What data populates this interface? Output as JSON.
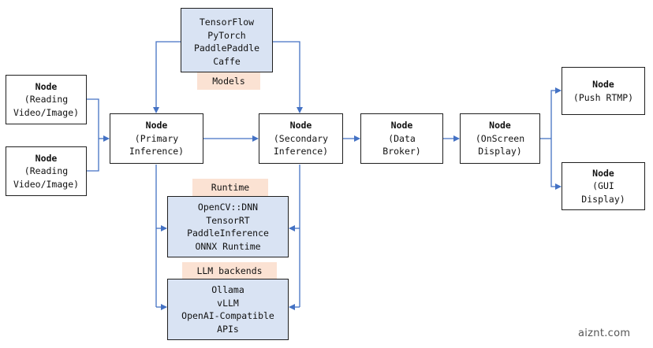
{
  "colors": {
    "arrow": "#4472c4",
    "box_fill_blue": "#d9e3f3",
    "tag_fill": "#fbe2d3",
    "border": "#1f1f1f"
  },
  "nodes": {
    "reading_1": {
      "title": "Node",
      "lines": [
        "(Reading",
        "Video/Image)"
      ]
    },
    "reading_2": {
      "title": "Node",
      "lines": [
        "(Reading",
        "Video/Image)"
      ]
    },
    "primary": {
      "title": "Node",
      "lines": [
        "(Primary",
        "Inference)"
      ]
    },
    "secondary": {
      "title": "Node",
      "lines": [
        "(Secondary",
        "Inference)"
      ]
    },
    "broker": {
      "title": "Node",
      "lines": [
        "(Data",
        "Broker)"
      ]
    },
    "onscreen": {
      "title": "Node",
      "lines": [
        "(OnScreen",
        "Display)"
      ]
    },
    "push_rtmp": {
      "title": "Node",
      "lines": [
        "(Push RTMP)"
      ]
    },
    "gui": {
      "title": "Node",
      "lines": [
        "(GUI",
        "Display)"
      ]
    }
  },
  "groups": {
    "models": {
      "label": "Models",
      "items": [
        "TensorFlow",
        "PyTorch",
        "PaddlePaddle",
        "Caffe"
      ]
    },
    "runtime": {
      "label": "Runtime",
      "items": [
        "OpenCV::DNN",
        "TensorRT",
        "PaddleInference",
        "ONNX Runtime"
      ]
    },
    "llm": {
      "label": "LLM backends",
      "items": [
        "Ollama",
        "vLLM",
        "OpenAI-Compatible",
        "APIs"
      ]
    }
  },
  "watermark": "aiznt.com"
}
